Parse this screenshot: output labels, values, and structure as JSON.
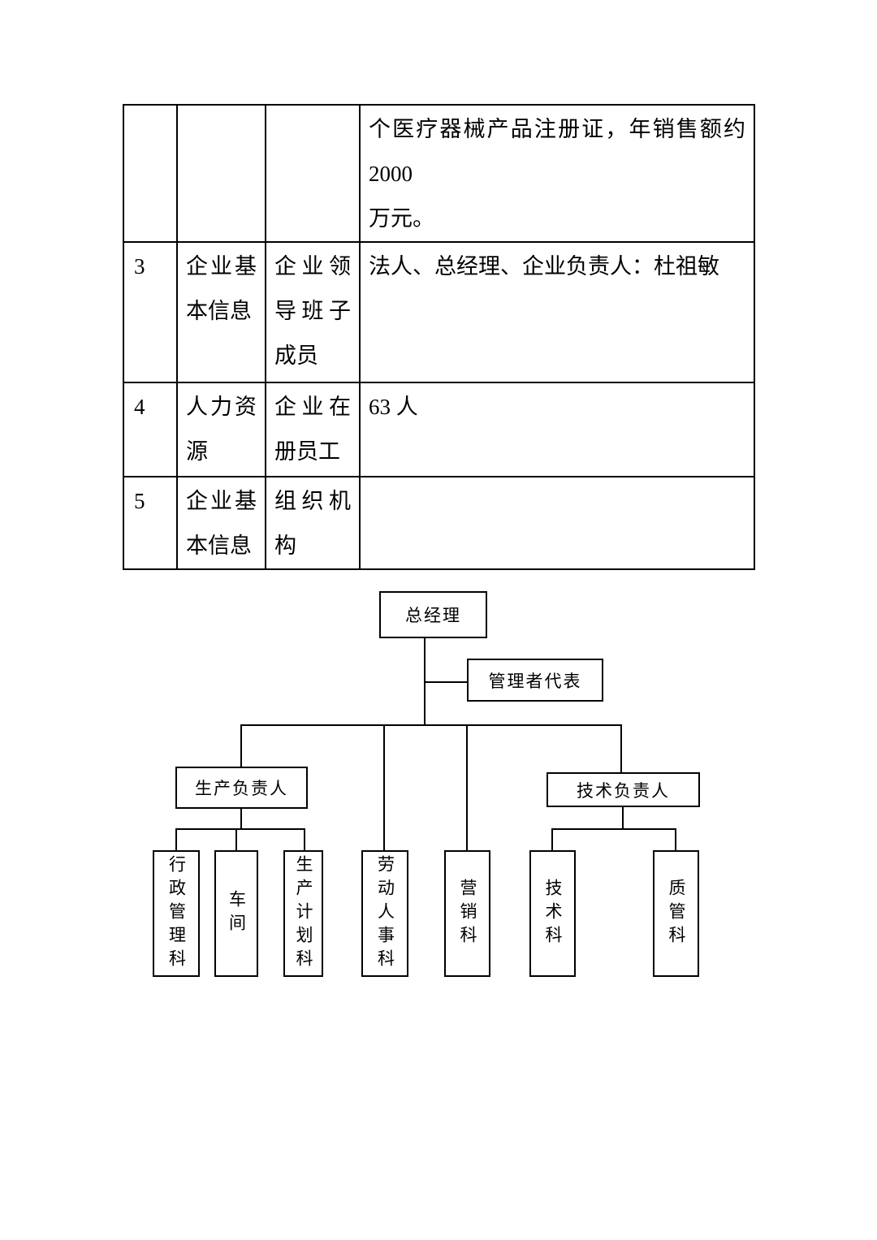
{
  "table": {
    "rows": [
      {
        "num": "",
        "category_lines": [
          "",
          ""
        ],
        "item_lines": [
          "",
          "",
          ""
        ],
        "detail_lines": [
          "个医疗器械产品注册证，年销售额约 2000",
          "万元。"
        ]
      },
      {
        "num": "3",
        "category_lines": [
          "企业基",
          "本信息"
        ],
        "item_lines": [
          "企业领",
          "导班子",
          "成员"
        ],
        "detail_lines": [
          "法人、总经理、企业负责人：杜祖敏"
        ]
      },
      {
        "num": "4",
        "category_lines": [
          "人力资",
          "源"
        ],
        "item_lines": [
          "企业在",
          "册员工"
        ],
        "detail_lines": [
          "63 人"
        ]
      },
      {
        "num": "5",
        "category_lines": [
          "企业基",
          "本信息"
        ],
        "item_lines": [
          "组织机",
          "构"
        ],
        "detail_lines": [
          ""
        ]
      }
    ]
  },
  "org_chart": {
    "general_manager": "总经理",
    "management_rep": "管理者代表",
    "production_manager": "生产负责人",
    "technical_manager": "技术负责人",
    "departments": [
      "行政管理科",
      "车间",
      "生产计划科",
      "劳动人事科",
      "营销科",
      "技术科",
      "质管科"
    ]
  },
  "colors": {
    "line": "#000000",
    "text": "#000000",
    "background": "#ffffff"
  }
}
